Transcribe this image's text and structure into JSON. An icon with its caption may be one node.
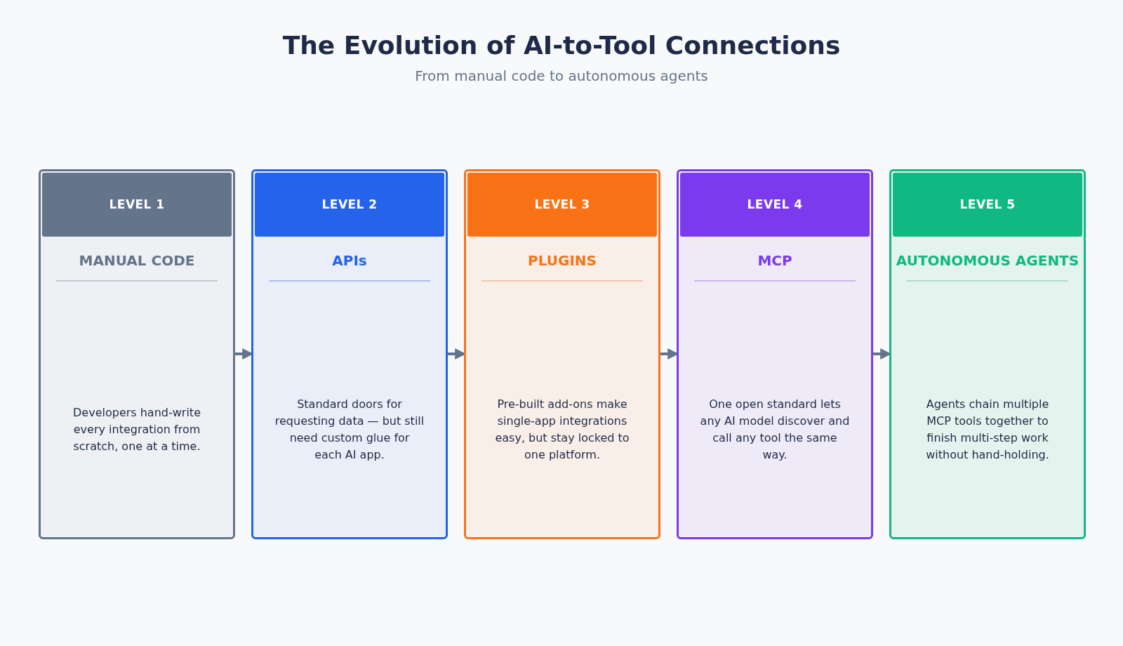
{
  "diagram": {
    "title": "The Evolution of AI-to-Tool Connections",
    "caption": "From manual code to autonomous agents",
    "nodes": [
      {
        "text": [
          "LEVEL 1",
          "MANUAL CODE",
          "Developers hand-write every integration from scratch, one at a time."
        ]
      },
      {
        "text": [
          "LEVEL 2",
          "APIs",
          "Standard doors for requesting data — but still need custom glue for each AI app."
        ]
      },
      {
        "text": [
          "LEVEL 3",
          "PLUGINS",
          "Pre-built add-ons make single-app integrations easy, but stay locked to one platform."
        ]
      },
      {
        "text": [
          "LEVEL 4",
          "MCP",
          "One open standard lets any AI model discover and call any tool the same way."
        ]
      },
      {
        "text": [
          "LEVEL 5",
          "AUTONOMOUS AGENTS",
          "Agents chain multiple MCP tools together to finish multi-step work without hand-holding."
        ]
      }
    ],
    "edges": [
      {
        "from": 0,
        "to": 1,
        "arrow": "to"
      },
      {
        "from": 1,
        "to": 2,
        "arrow": "to"
      },
      {
        "from": 2,
        "to": 3,
        "arrow": "to"
      },
      {
        "from": 3,
        "to": 4,
        "arrow": "to"
      }
    ]
  }
}
